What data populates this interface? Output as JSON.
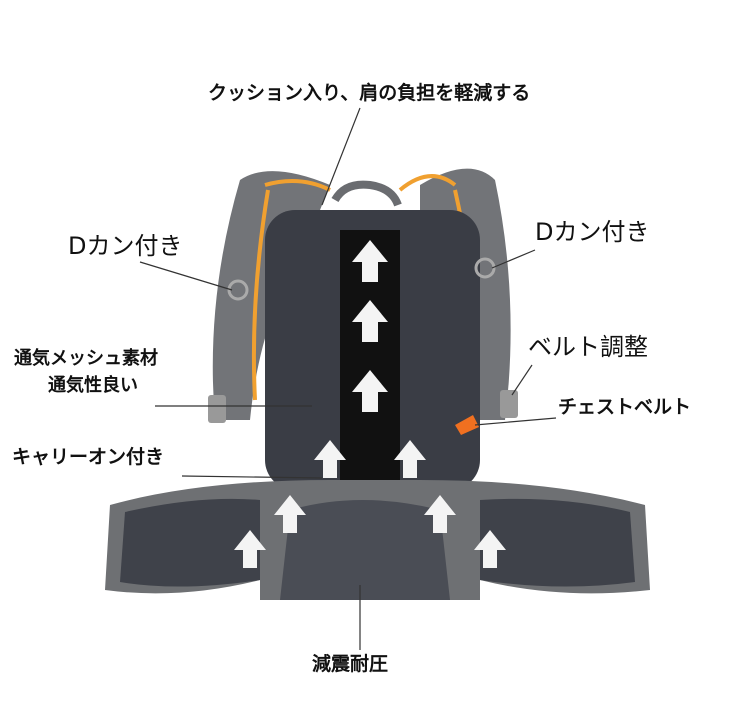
{
  "labels": {
    "cushion": "クッション入り、肩の負担を軽減する",
    "d_ring_left": "Dカン付き",
    "d_ring_right": "Dカン付き",
    "mesh_material": "通気メッシュ素材",
    "breathable": "通気性良い",
    "belt_adjust": "ベルト調整",
    "chest_belt": "チェストベルト",
    "carry_on": "キャリーオン付き",
    "shock_absorb": "減震耐圧"
  },
  "colors": {
    "body": "#6e7073",
    "mesh": "#3a3d45",
    "accent": "#f0a030",
    "whistle": "#f07020"
  }
}
